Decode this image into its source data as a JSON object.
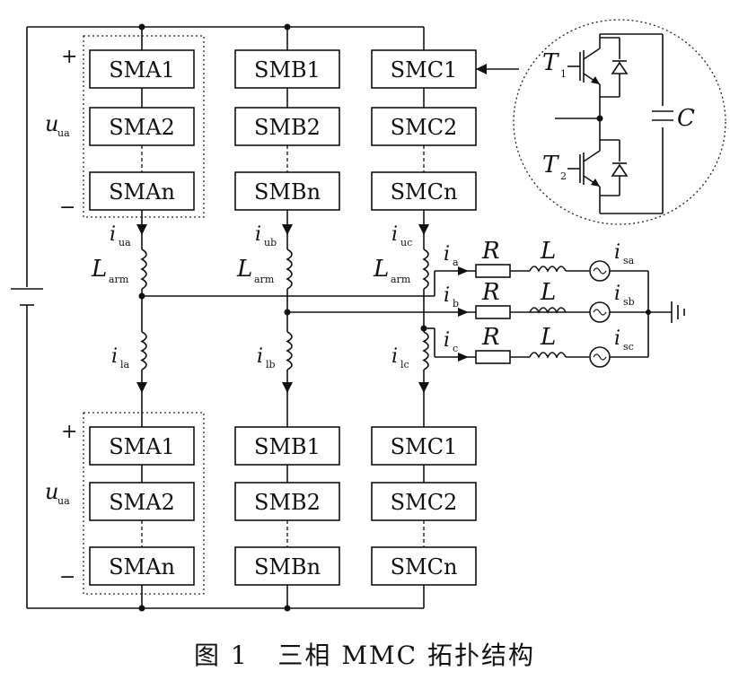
{
  "caption": "图 1   三相 MMC 拓扑结构",
  "top_arm": {
    "phase_a": [
      "SMA1",
      "SMA2",
      "SMAn"
    ],
    "phase_b": [
      "SMB1",
      "SMB2",
      "SMBn"
    ],
    "phase_c": [
      "SMC1",
      "SMC2",
      "SMCn"
    ]
  },
  "bottom_arm": {
    "phase_a": [
      "SMA1",
      "SMA2",
      "SMAn"
    ],
    "phase_b": [
      "SMB1",
      "SMB2",
      "SMBn"
    ],
    "phase_c": [
      "SMC1",
      "SMC2",
      "SMCn"
    ]
  },
  "labels": {
    "plus": "+",
    "minus": "−",
    "u": "u",
    "u_sub": "ua",
    "i": "i",
    "L": "L",
    "L_sub": "arm",
    "R": "R",
    "C": "C",
    "T": "T",
    "T1_sub": "1",
    "T2_sub": "2",
    "iua_sub": "ua",
    "iub_sub": "ub",
    "iuc_sub": "uc",
    "ila_sub": "la",
    "ilb_sub": "lb",
    "ilc_sub": "lc",
    "ia_sub": "a",
    "ib_sub": "b",
    "ic_sub": "c",
    "isa_sub": "sa",
    "isb_sub": "sb",
    "isc_sub": "sc"
  }
}
